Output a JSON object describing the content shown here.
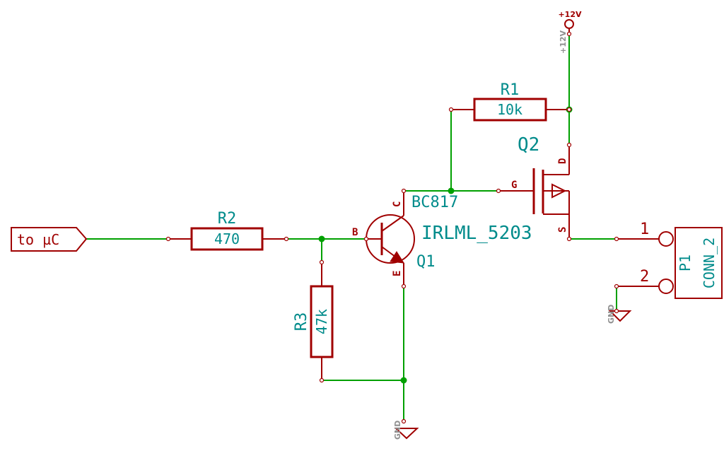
{
  "global_label": {
    "text": "to µC"
  },
  "r2": {
    "ref": "R2",
    "value": "470"
  },
  "r3": {
    "ref": "R3",
    "value": "47k"
  },
  "r1": {
    "ref": "R1",
    "value": "10k"
  },
  "q1": {
    "ref": "Q1",
    "value": "BC817",
    "pin_b": "B",
    "pin_c": "C",
    "pin_e": "E"
  },
  "q2": {
    "ref": "Q2",
    "value": "IRLML_5203",
    "pin_g": "G",
    "pin_d": "D",
    "pin_s": "S"
  },
  "p1": {
    "ref": "P1",
    "value": "CONN_2",
    "pin1": "1",
    "pin2": "2"
  },
  "power": {
    "vcc_label": "+12V",
    "vcc_value": "+12V",
    "gnd_label": "GND"
  },
  "colors": {
    "wire": "#00a000",
    "part": "#a00000",
    "text": "#008b8b"
  }
}
